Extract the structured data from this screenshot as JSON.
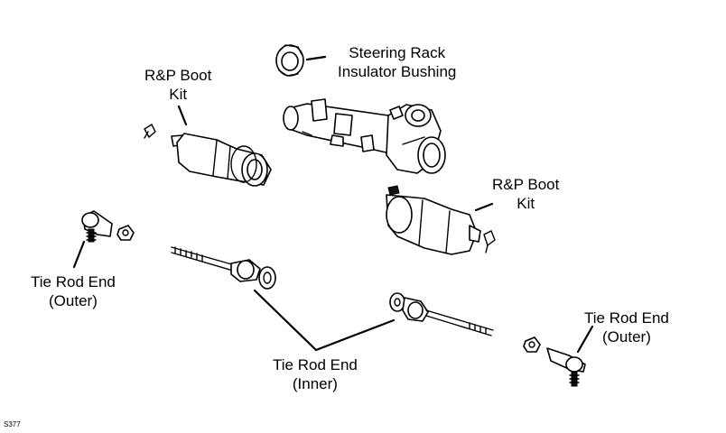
{
  "labels": {
    "insulator_bushing": [
      "Steering Rack",
      "Insulator Bushing"
    ],
    "boot_kit_left": [
      "R&P Boot",
      "Kit"
    ],
    "boot_kit_right": [
      "R&P Boot",
      "Kit"
    ],
    "tie_rod_outer_left": [
      "Tie Rod End",
      "(Outer)"
    ],
    "tie_rod_inner": [
      "Tie Rod End",
      "(Inner)"
    ],
    "tie_rod_outer_right": [
      "Tie Rod End",
      "(Outer)"
    ]
  },
  "figure_code": "S377"
}
